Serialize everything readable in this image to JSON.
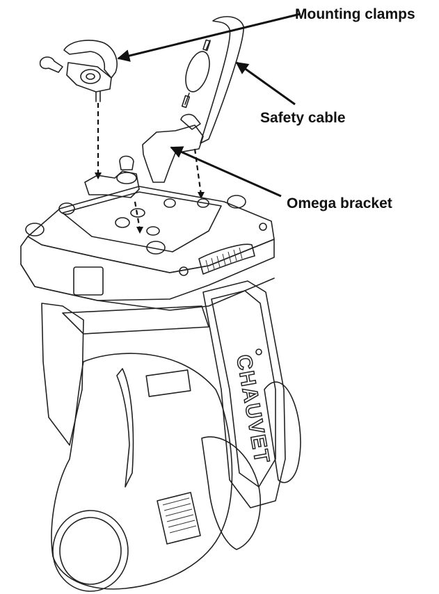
{
  "labels": {
    "mounting_clamps": "Mounting clamps",
    "safety_cable": "Safety cable",
    "omega_bracket": "Omega bracket"
  },
  "brand_text": "CHAUVET",
  "colors": {
    "ink": "#111111",
    "background": "#ffffff"
  }
}
